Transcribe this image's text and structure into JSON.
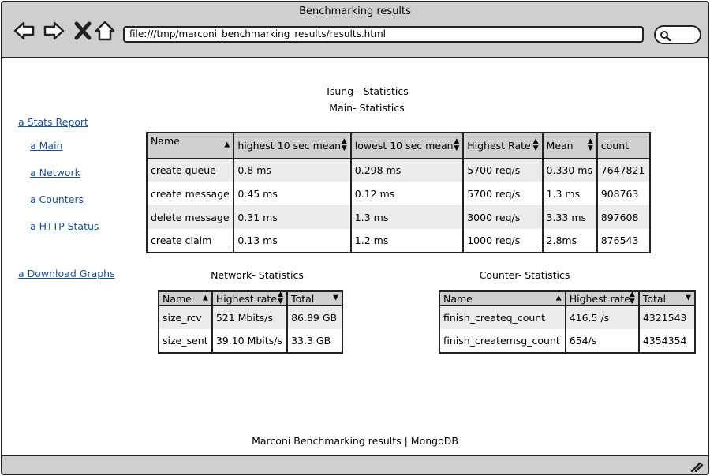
{
  "window": {
    "title": "Benchmarking results",
    "url": "file:///tmp/marconi_benchmarking_results/results.html"
  },
  "nav_icons": [
    "back-arrow-icon",
    "forward-arrow-icon",
    "close-icon",
    "home-icon",
    "search-icon",
    "resize-grip-icon"
  ],
  "page": {
    "title": "Tsung - Statistics",
    "main_section_title": "Main- Statistics",
    "network_section_title": "Network- Statistics",
    "counter_section_title": "Counter- Statistics",
    "footer": "Marconi Benchmarking results | MongoDB"
  },
  "sidebar": {
    "stats_report": "a Stats Report",
    "items": [
      "a Main",
      "a Network",
      "a Counters",
      "a HTTP Status"
    ],
    "download_graphs": "a Download Graphs"
  },
  "main_table": {
    "headers": [
      "Name",
      "highest 10 sec mean",
      "lowest 10 sec mean",
      "Highest Rate",
      "Mean",
      "count"
    ],
    "rows": [
      [
        "create queue",
        "0.8 ms",
        "0.298 ms",
        "5700 req/s",
        "0.330 ms",
        "7647821"
      ],
      [
        "create message",
        "0.45 ms",
        "0.12 ms",
        "5700 req/s",
        "1.3 ms",
        "908763"
      ],
      [
        "delete message",
        "0.31 ms",
        "1.3 ms",
        "3000 req/s",
        "3.33 ms",
        "897608"
      ],
      [
        "create claim",
        "0.13 ms",
        "1.2 ms",
        "1000 req/s",
        "2.8ms",
        "876543"
      ]
    ]
  },
  "network_table": {
    "headers": [
      "Name",
      "Highest rate",
      "Total"
    ],
    "rows": [
      [
        "size_rcv",
        "521 Mbits/s",
        "86.89 GB"
      ],
      [
        "size_sent",
        "39.10 Mbits/s",
        "33.3 GB"
      ]
    ]
  },
  "counter_table": {
    "headers": [
      "Name",
      "Highest rate",
      "Total"
    ],
    "rows": [
      [
        "finish_createq_count",
        "416.5 /s",
        "4321543"
      ],
      [
        "finish_createmsg_count",
        "654/s",
        "4354354"
      ]
    ]
  },
  "colors": {
    "chrome": "#cfcfcf",
    "link": "#1a4f9c",
    "alt_row": "#ececec",
    "border": "#222222"
  }
}
